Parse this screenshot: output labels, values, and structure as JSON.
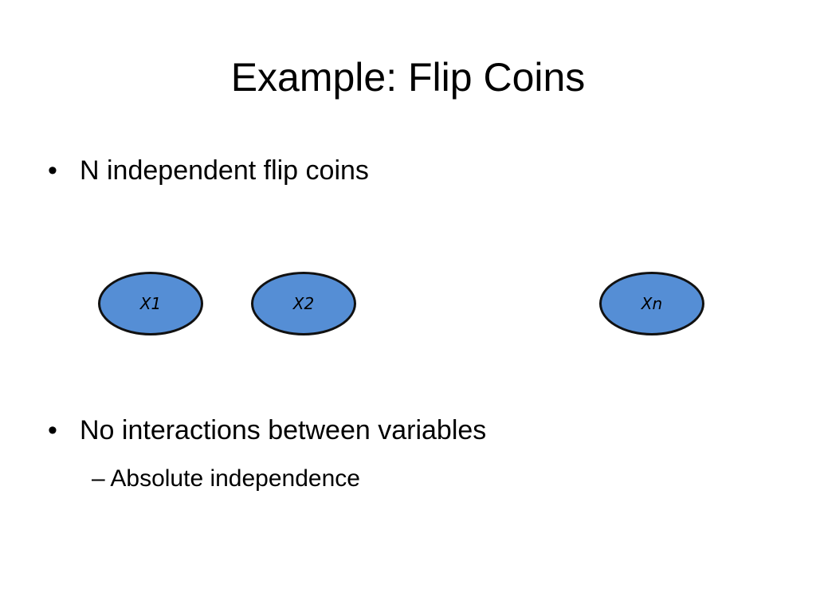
{
  "slide": {
    "title": "Example: Flip Coins",
    "bullets": [
      {
        "symbol": "•",
        "text": "N independent flip coins"
      },
      {
        "symbol": "•",
        "text": "No interactions between variables"
      }
    ],
    "sub_bullets": [
      {
        "symbol": "–",
        "text": "Absolute independence"
      }
    ]
  },
  "diagram": {
    "node_fill": "#558ed5",
    "node_border": "#111111",
    "nodes": [
      {
        "label": "X1"
      },
      {
        "label": "X2"
      },
      {
        "label": "Xn"
      }
    ]
  }
}
